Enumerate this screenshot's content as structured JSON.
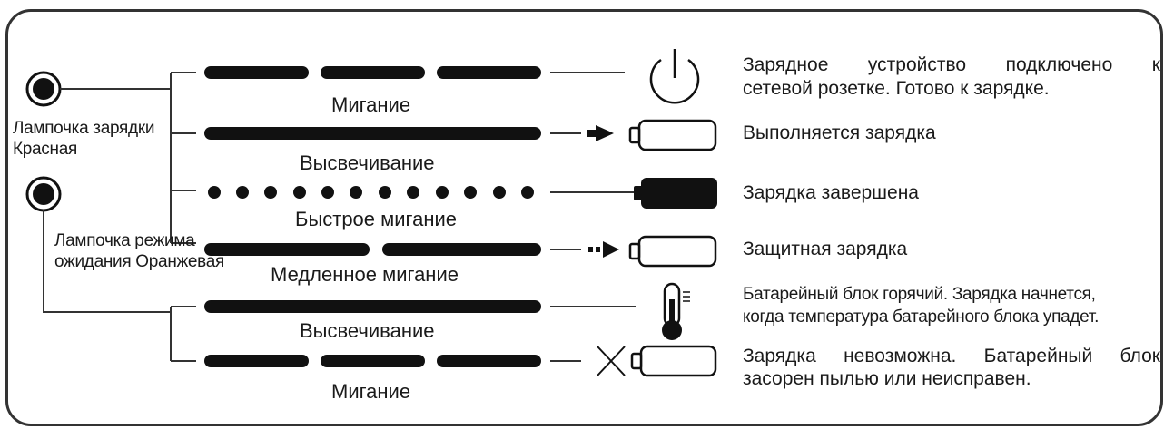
{
  "lamps": {
    "red": "Лампочка зарядки Красная",
    "orange": "Лампочка режима ожидания Оранжевая"
  },
  "rows": [
    {
      "pattern": "dashes",
      "label": "Мигание",
      "icon": "power-icon",
      "desc": [
        "Зарядное устройство подключено к",
        "сетевой розетке. Готово к зарядке."
      ]
    },
    {
      "pattern": "solid",
      "label": "Высвечивание",
      "icon": "arrow-into-battery-icon",
      "desc": [
        "Выполняется зарядка"
      ]
    },
    {
      "pattern": "dots",
      "label": "Быстрое мигание",
      "icon": "full-battery-icon",
      "desc": [
        "Зарядка завершена"
      ]
    },
    {
      "pattern": "long-dashes",
      "label": "Медленное мигание",
      "icon": "dotted-arrow-into-battery-icon",
      "desc": [
        "Защитная зарядка"
      ]
    },
    {
      "pattern": "solid",
      "label": "Высвечивание",
      "icon": "thermometer-icon",
      "desc": [
        "Батарейный блок горячий. Зарядка начнется,",
        "когда температура батарейного блока упадет."
      ]
    },
    {
      "pattern": "dashes",
      "label": "Мигание",
      "icon": "cross-battery-icon",
      "desc": [
        "Зарядка невозможна. Батарейный блок",
        "засорен пылью или неисправен."
      ]
    }
  ]
}
